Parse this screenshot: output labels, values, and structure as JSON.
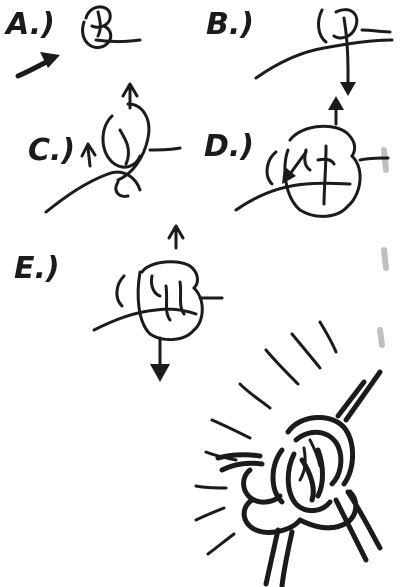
{
  "steps": [
    {
      "id": "a",
      "label": "A.)"
    },
    {
      "id": "b",
      "label": "B.)"
    },
    {
      "id": "c",
      "label": "C.)"
    },
    {
      "id": "d",
      "label": "D.)"
    },
    {
      "id": "e",
      "label": "E.)"
    }
  ],
  "colors": {
    "ink": "#1b1b1b",
    "paper": "#ffffff"
  },
  "icons": [
    "arrow-right-icon",
    "arrow-up-icon",
    "arrow-down-icon",
    "radiance-lines-icon"
  ]
}
